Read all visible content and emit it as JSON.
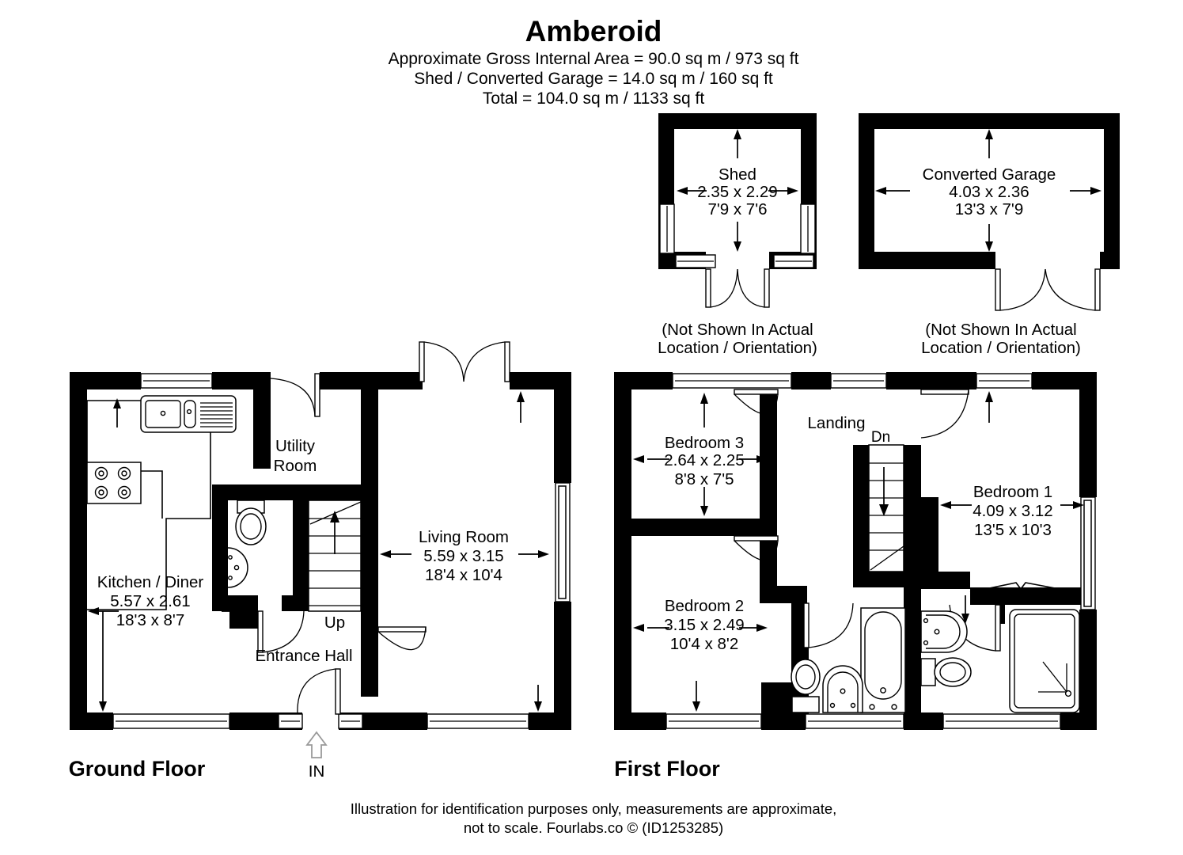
{
  "header": {
    "title": "Amberoid",
    "line1": "Approximate Gross Internal Area = 90.0 sq m / 973 sq ft",
    "line2": "Shed / Converted Garage = 14.0 sq m / 160 sq ft",
    "line3": "Total = 104.0 sq m / 1133 sq ft"
  },
  "outbuildings": {
    "shed": {
      "name": "Shed",
      "metric": "2.35 x 2.29",
      "imperial": "7'9 x 7'6",
      "note_line1": "(Not Shown In Actual",
      "note_line2": "Location / Orientation)"
    },
    "garage": {
      "name": "Converted Garage",
      "metric": "4.03 x 2.36",
      "imperial": "13'3 x 7'9",
      "note_line1": "(Not Shown In Actual",
      "note_line2": "Location / Orientation)"
    }
  },
  "ground_floor": {
    "label": "Ground Floor",
    "entry_label": "IN",
    "stairs_label": "Up",
    "rooms": [
      {
        "name": "Kitchen / Diner",
        "metric": "5.57 x 2.61",
        "imperial": "18'3 x 8'7"
      },
      {
        "name": "Living Room",
        "metric": "5.59 x 3.15",
        "imperial": "18'4 x 10'4"
      }
    ],
    "utility_line1": "Utility",
    "utility_line2": "Room",
    "hall_label": "Entrance Hall"
  },
  "first_floor": {
    "label": "First Floor",
    "landing_label": "Landing",
    "stairs_label": "Dn",
    "rooms": [
      {
        "name": "Bedroom 3",
        "metric": "2.64 x 2.25",
        "imperial": "8'8 x 7'5"
      },
      {
        "name": "Bedroom 2",
        "metric": "3.15 x 2.49",
        "imperial": "10'4 x 8'2"
      },
      {
        "name": "Bedroom 1",
        "metric": "4.09 x 3.12",
        "imperial": "13'5 x 10'3"
      }
    ]
  },
  "footer": {
    "line1": "Illustration for identification purposes only, measurements are approximate,",
    "line2": "not to scale. Fourlabs.co © (ID1253285)"
  },
  "colors": {
    "wall": "#000000",
    "background": "#ffffff",
    "in_arrow_outline": "#9a9a9a"
  }
}
